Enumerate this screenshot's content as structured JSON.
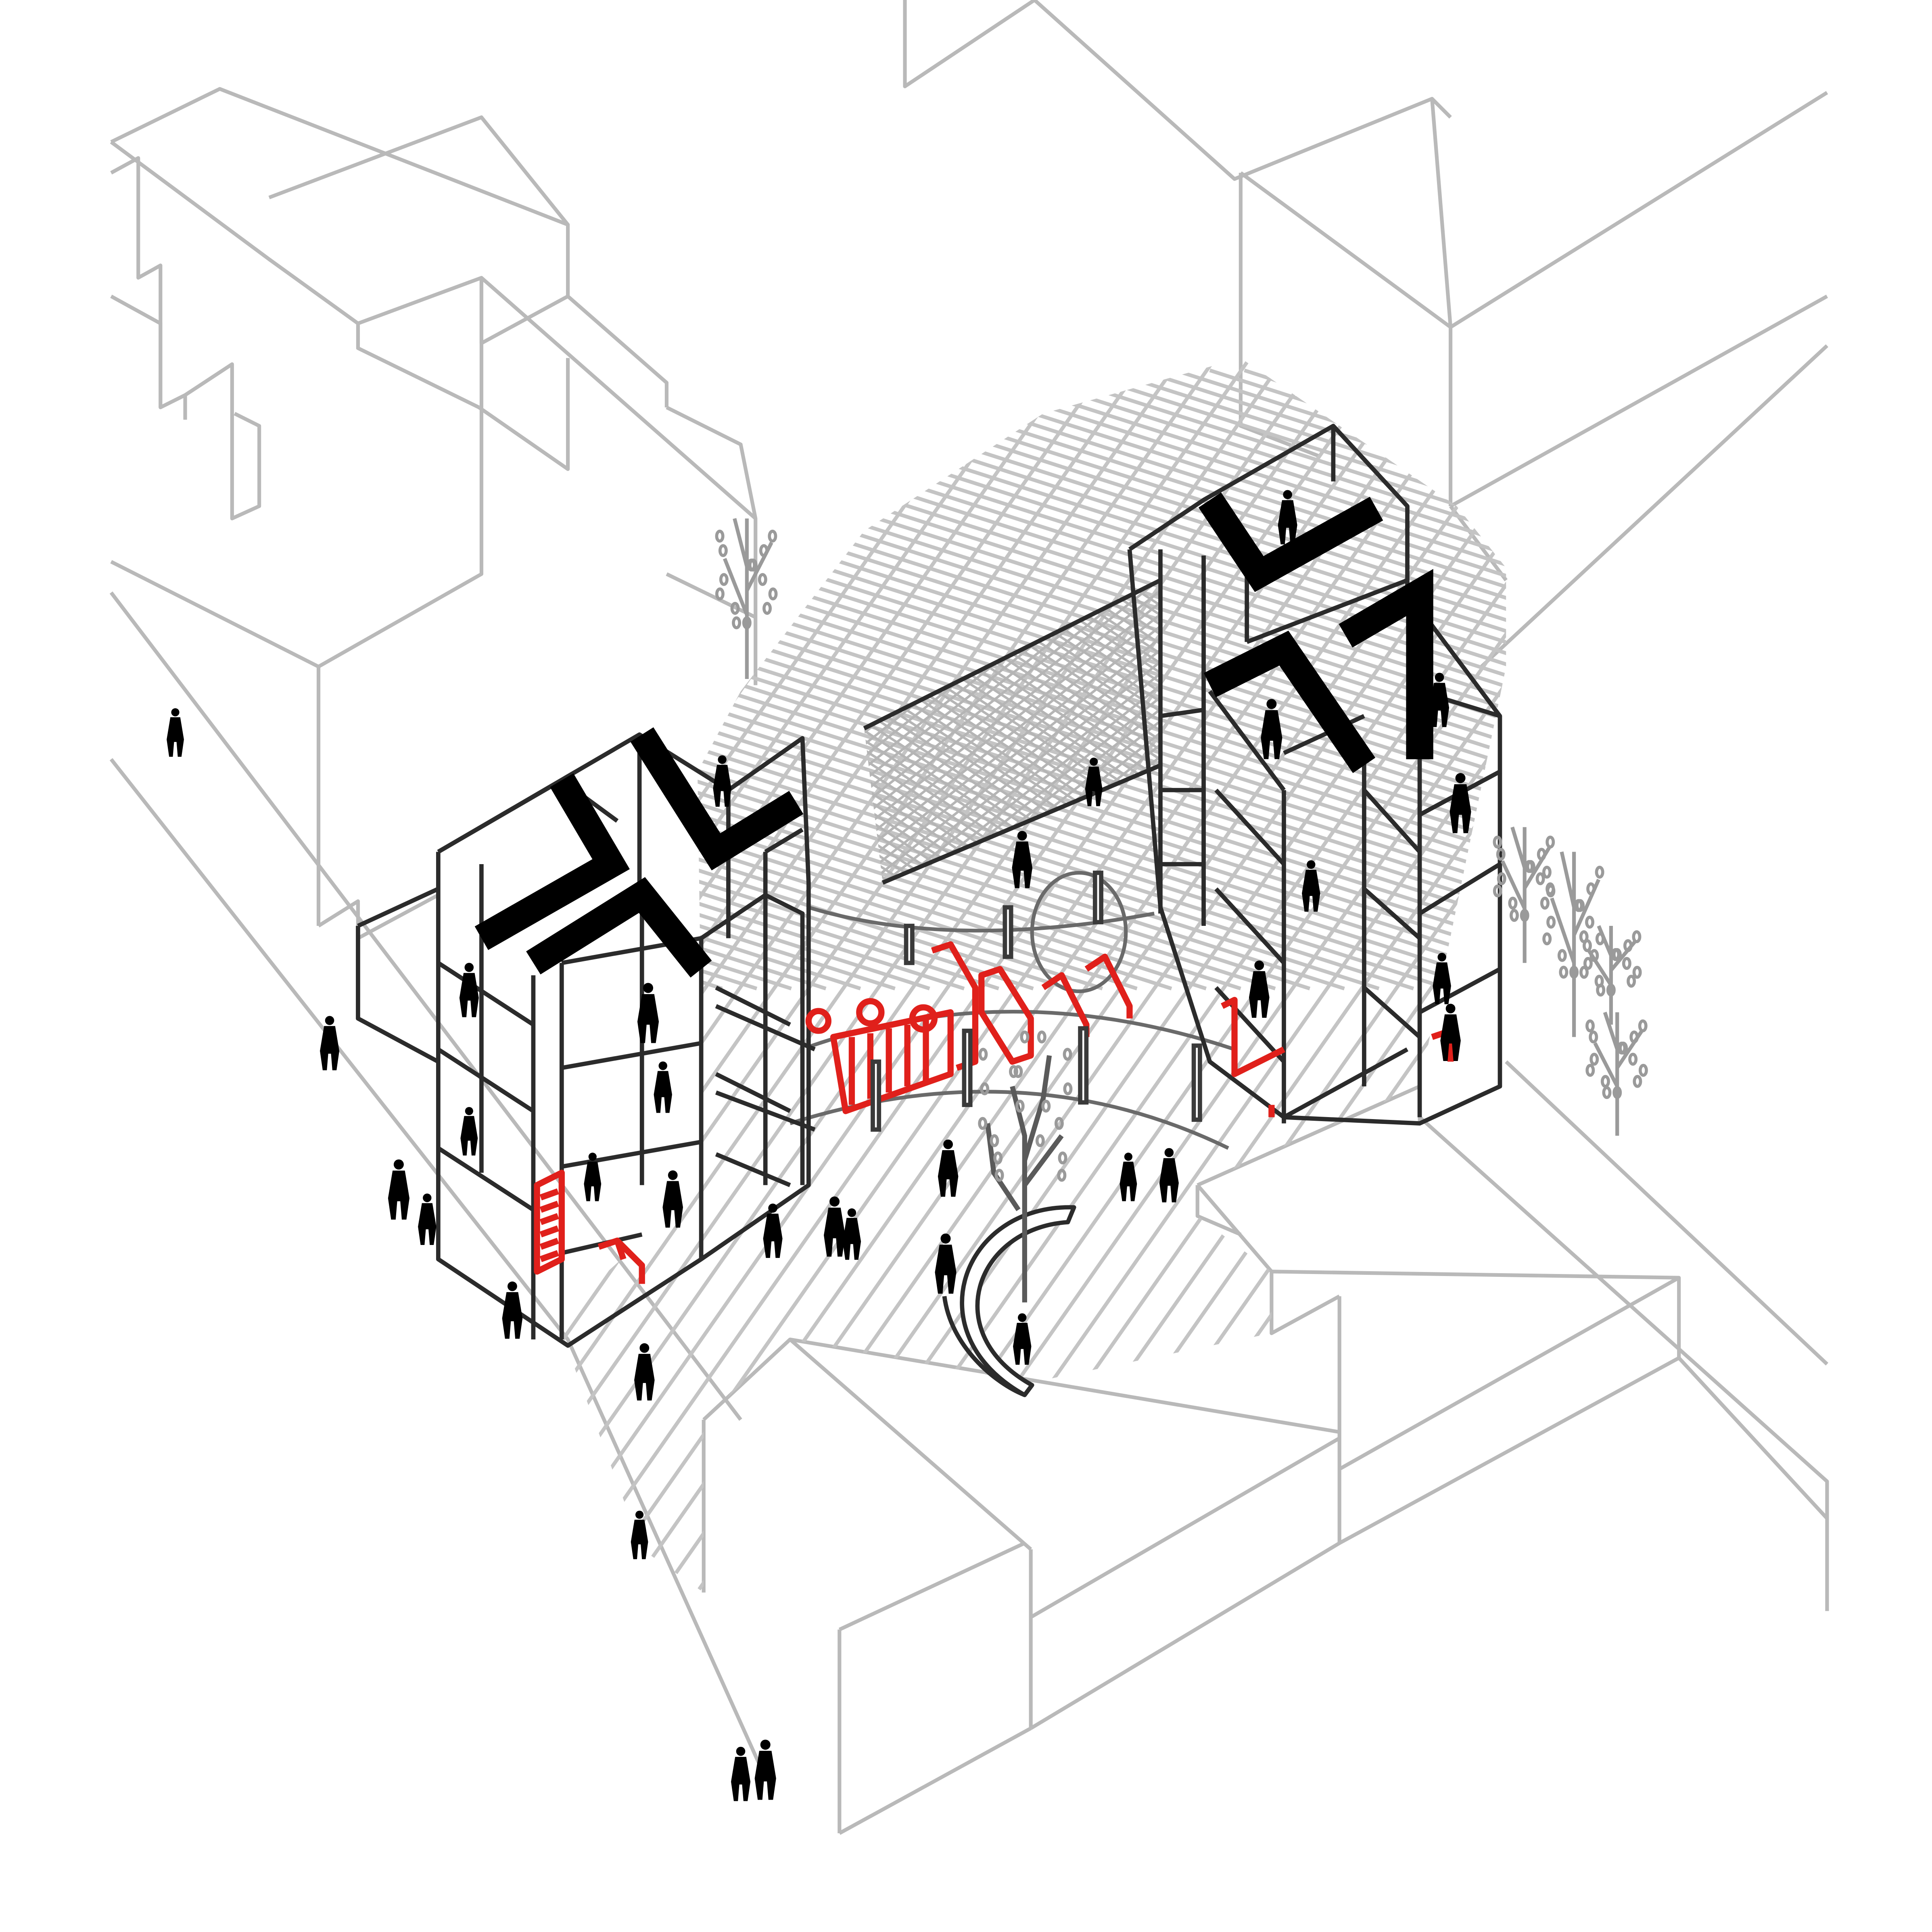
{
  "drawing": {
    "type": "axonometric urban courtyard diagram",
    "colors": {
      "context_lines": "#b9b9b9",
      "building_lines": "#2b2b2b",
      "roof_walls": "#000000",
      "play_elements": "#e0201b",
      "trees": "#9a9a9a",
      "people": "#000000",
      "background": "#ffffff"
    },
    "elements": [
      "context-buildings",
      "paved-courtyard-grid",
      "left-building-block",
      "right-building-block",
      "mesh-canopy",
      "red-play-structures",
      "curved-bench",
      "central-tree",
      "pedestrian-figures"
    ]
  }
}
